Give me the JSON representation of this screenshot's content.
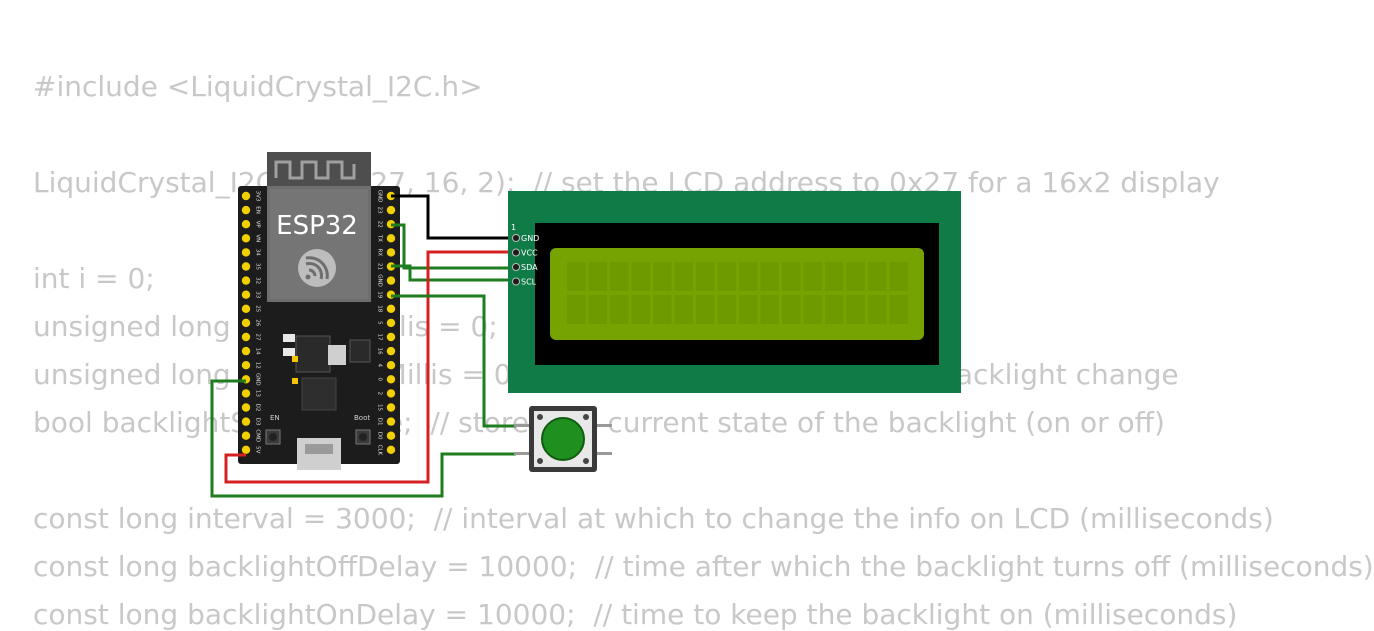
{
  "code_lines": [
    "#include <LiquidCrystal_I2C.h>",
    "LiquidCrystal_I2C lcd(0x27, 16, 2);  // set the LCD address to 0x27 for a 16x2 display",
    "int i = 0;",
    "unsigned long previousMillis = 0;",
    "unsigned long lastSwitchMillis = 0;  // stores the time of the last backlight change",
    "bool backlightState = true;  // stores the current state of the backlight (on or off)",
    "const long interval = 3000;  // interval at which to change the info on LCD (milliseconds)",
    "const long backlightOffDelay = 10000;  // time after which the backlight turns off (milliseconds)",
    "const long backlightOnDelay = 10000;  // time to keep the backlight on (milliseconds)"
  ],
  "esp32": {
    "label": "ESP32",
    "left_pins": [
      "3V3",
      "EN",
      "VP",
      "VN",
      "34",
      "35",
      "32",
      "33",
      "25",
      "26",
      "27",
      "14",
      "12",
      "GND",
      "13",
      "D2",
      "D3",
      "CMD",
      "5V"
    ],
    "right_pins": [
      "GND",
      "23",
      "22",
      "TX",
      "RX",
      "21",
      "GND",
      "19",
      "18",
      "5",
      "17",
      "16",
      "4",
      "0",
      "2",
      "15",
      "D1",
      "D0",
      "CLK"
    ],
    "en_label": "EN",
    "boot_label": "Boot"
  },
  "lcd": {
    "pin_number": "1",
    "pins": [
      "GND",
      "VCC",
      "SDA",
      "SCL"
    ]
  },
  "wire_colors": {
    "gnd": "#000000",
    "vcc": "#d42020",
    "signal": "#1e7d1e"
  },
  "button": {
    "cap_color": "#1f8f1f"
  }
}
